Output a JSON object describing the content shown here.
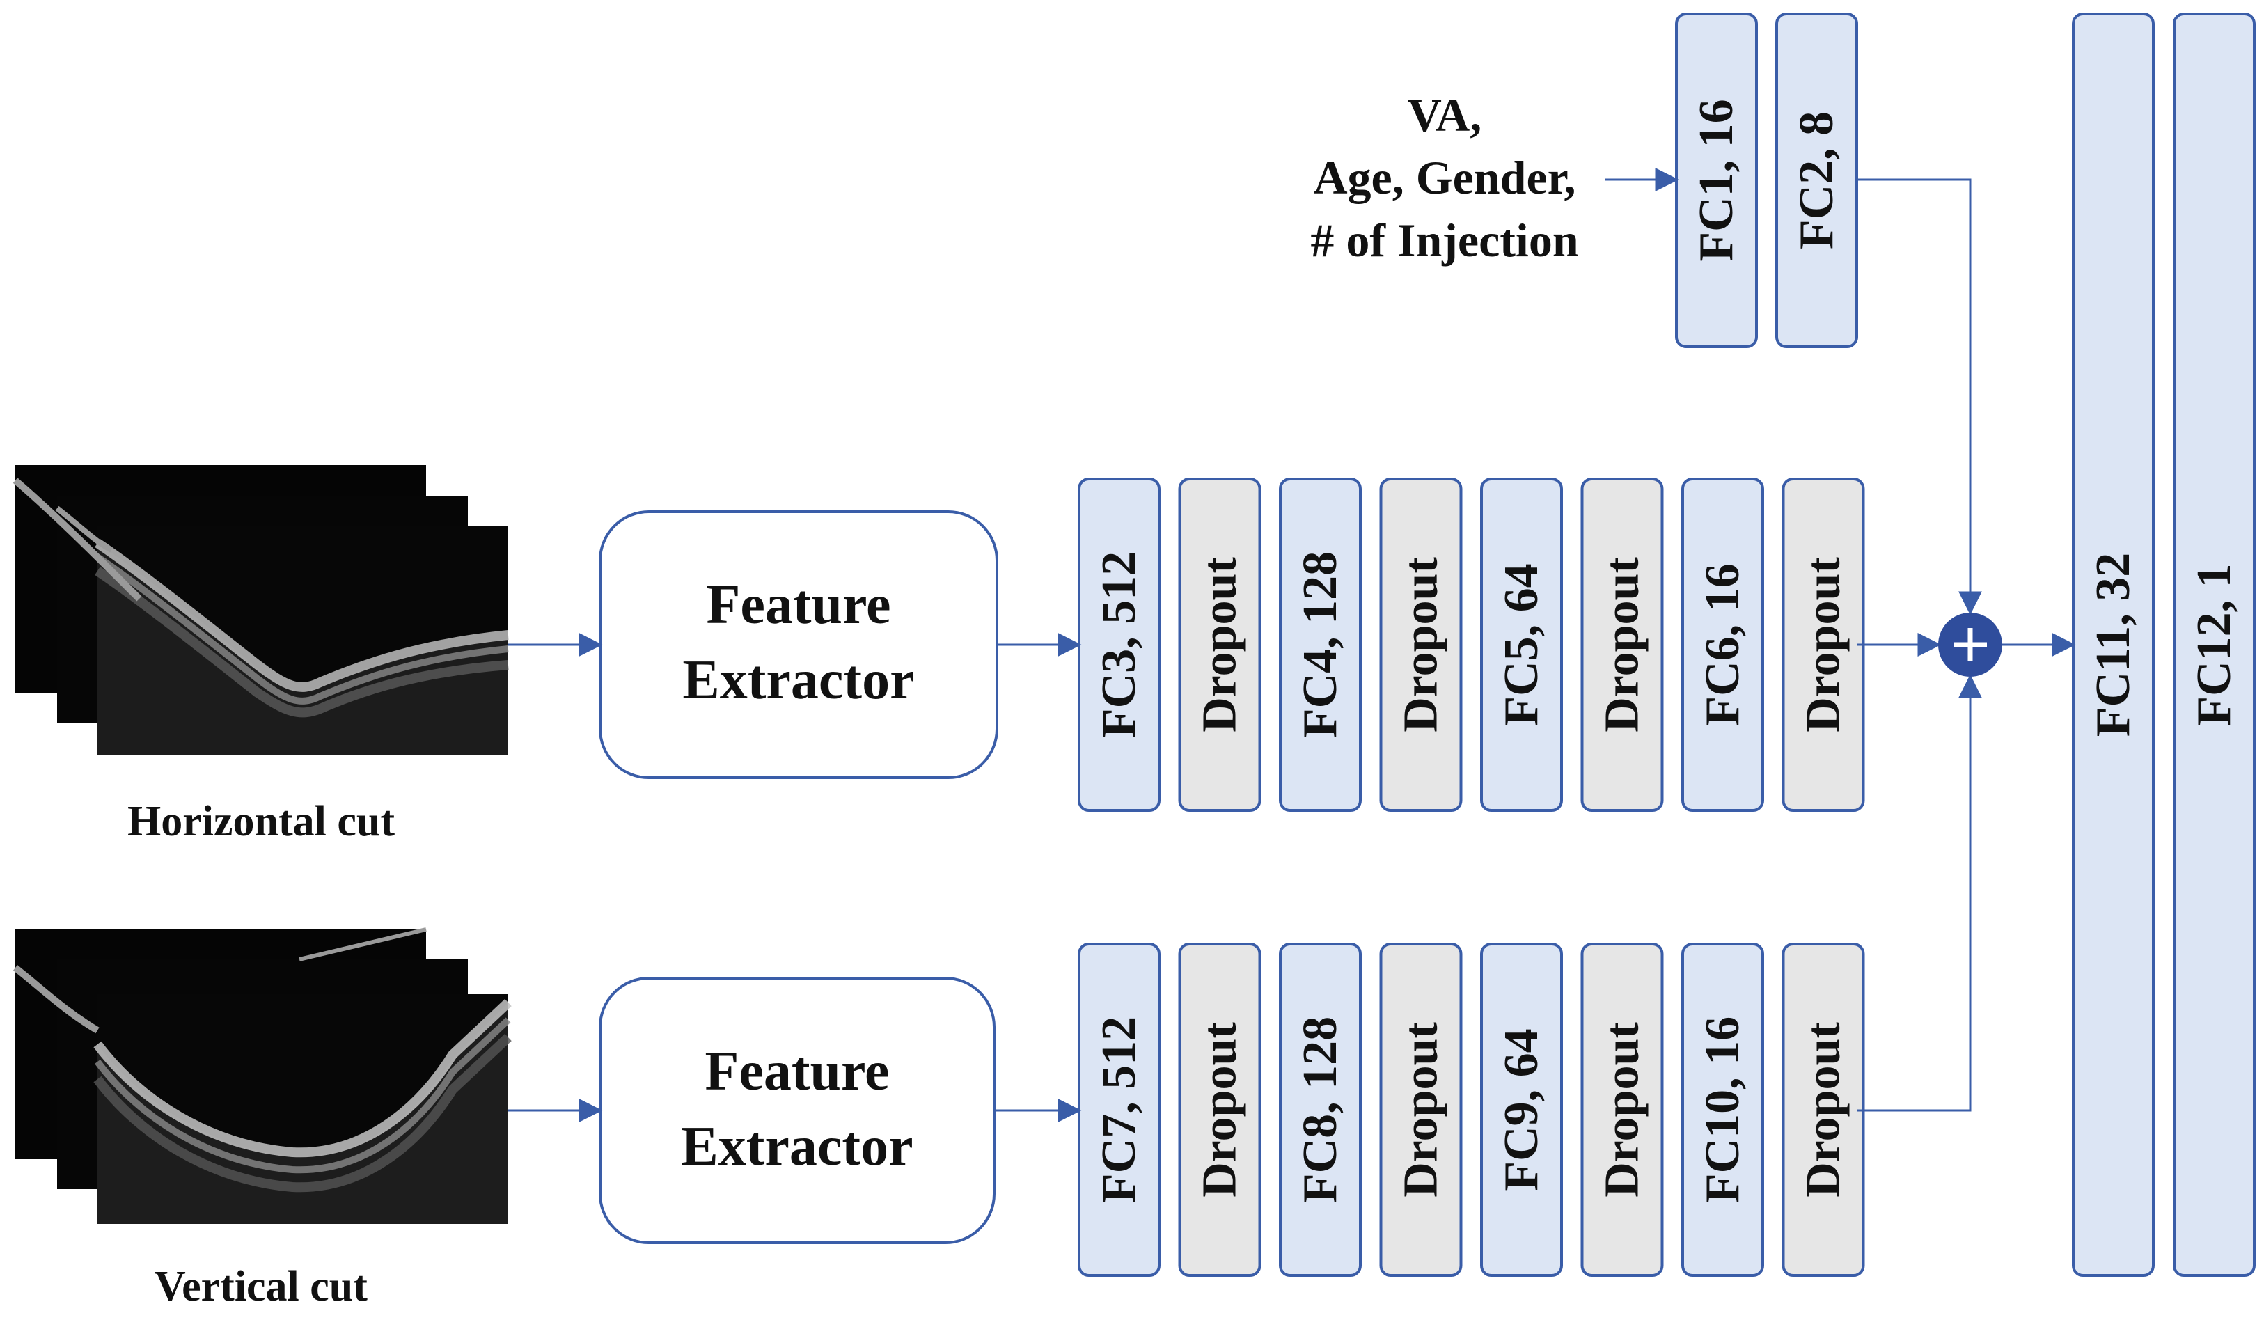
{
  "inputs": {
    "horizontal_caption": "Horizontal cut",
    "vertical_caption": "Vertical cut"
  },
  "metadata": {
    "line1": "VA,",
    "line2": "Age, Gender,",
    "line3": "# of Injection"
  },
  "feature_extractor": {
    "top_line1": "Feature",
    "top_line2": "Extractor",
    "bottom_line1": "Feature",
    "bottom_line2": "Extractor"
  },
  "meta_branch": [
    "FC1, 16",
    "FC2, 8"
  ],
  "horizontal_branch": [
    "FC3, 512",
    "Dropout",
    "FC4, 128",
    "Dropout",
    "FC5, 64",
    "Dropout",
    "FC6, 16",
    "Dropout"
  ],
  "vertical_branch": [
    "FC7, 512",
    "Dropout",
    "FC8, 128",
    "Dropout",
    "FC9, 64",
    "Dropout",
    "FC10, 16",
    "Dropout"
  ],
  "head": [
    "FC11, 32",
    "FC12, 1"
  ],
  "colors": {
    "fc_fill": "#dce5f4",
    "dropout_fill": "#e6e6e6",
    "stroke": "#3a5da8",
    "node_sum": "#2f4d9c"
  }
}
